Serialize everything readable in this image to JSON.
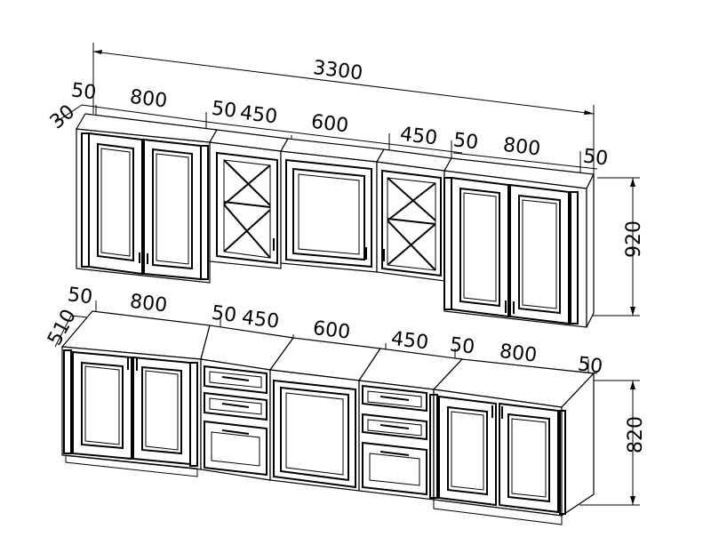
{
  "upper": {
    "total": "3300",
    "depth": "30",
    "height": "920",
    "widths": [
      "50",
      "800",
      "50",
      "450",
      "600",
      "450",
      "50",
      "800",
      "50"
    ]
  },
  "lower": {
    "depth": "510",
    "height": "820",
    "widths": [
      "50",
      "800",
      "50",
      "450",
      "600",
      "450",
      "50",
      "800",
      "50"
    ]
  }
}
